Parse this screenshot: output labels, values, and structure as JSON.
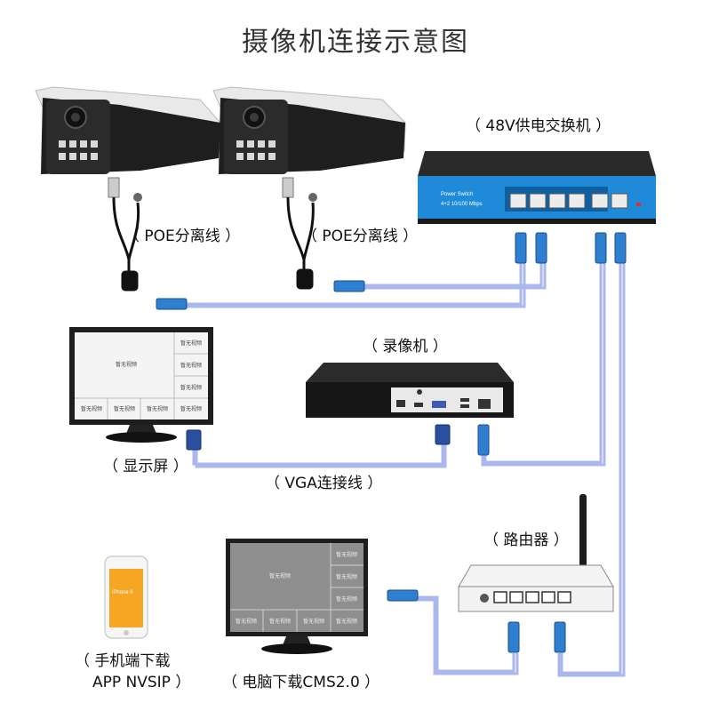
{
  "title": "摄像机连接示意图",
  "labels": {
    "switch": "（ 48V供电交换机 ）",
    "poe1": "（ POE分离线 ）",
    "poe2": "（ POE分离线 ）",
    "nvr": "（ 录像机 ）",
    "monitor": "（ 显示屏 ）",
    "vga": "（ VGA连接线 ）",
    "router": "（ 路由器 ）",
    "phone_line1": "（ 手机端下载",
    "phone_line2": "APP NVSIP ）",
    "pc": "（ 电脑下载CMS2.0 ）"
  },
  "device_text": {
    "switch_name": "Power Switch",
    "switch_spec": "4+2 10/100 Mbps",
    "phone_model": "iPhone 6",
    "screen_cell": "暂无视频"
  },
  "colors": {
    "cable": "#aab8ee",
    "connector": "#2f7fd0",
    "switch_front": "#1e8ad8",
    "device_dark": "#1c1c1c"
  }
}
